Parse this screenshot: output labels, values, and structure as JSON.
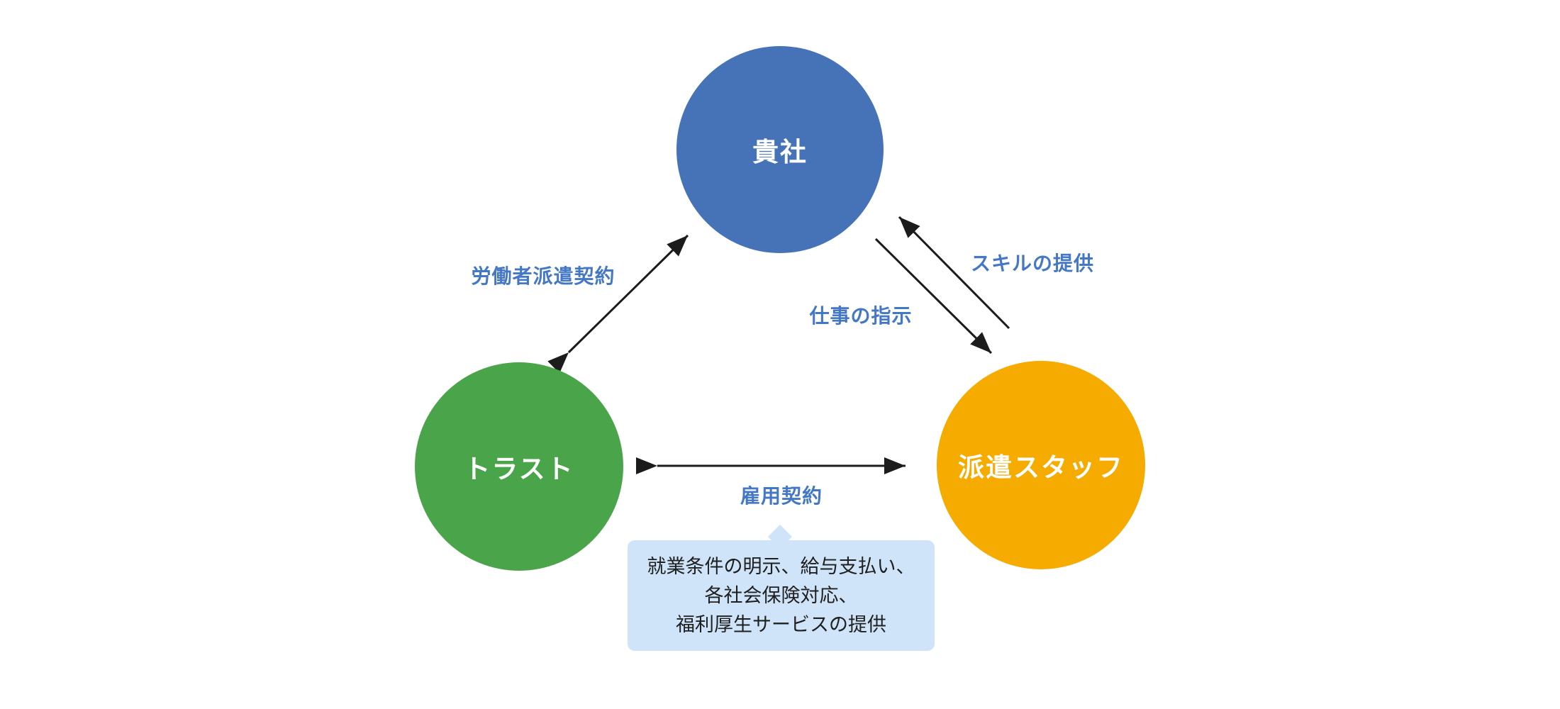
{
  "diagram": {
    "title_none": "",
    "nodes": {
      "company": {
        "label": "貴社",
        "color": "#4673B8"
      },
      "trust": {
        "label": "トラスト",
        "color": "#4AA54A"
      },
      "staff": {
        "label": "派遣スタッフ",
        "color": "#F5AB00"
      }
    },
    "edges": {
      "dispatch_contract": {
        "label": "労働者派遣契約",
        "from": "トラスト",
        "to": "貴社",
        "direction": "both"
      },
      "skill_provision": {
        "label": "スキルの提供",
        "from": "派遣スタッフ",
        "to": "貴社",
        "direction": "one-way"
      },
      "work_instruction": {
        "label": "仕事の指示",
        "from": "貴社",
        "to": "派遣スタッフ",
        "direction": "one-way"
      },
      "employment_contract": {
        "label": "雇用契約",
        "from": "トラスト",
        "to": "派遣スタッフ",
        "direction": "both"
      }
    },
    "edge_label_color": "#4477C6",
    "arrow_color": "#1c1c1c",
    "callout": {
      "bg": "#CFE4F8",
      "lines": [
        "就業条件の明示、給与支払い、",
        "各社会保険対応、",
        "福利厚生サービスの提供"
      ]
    }
  }
}
